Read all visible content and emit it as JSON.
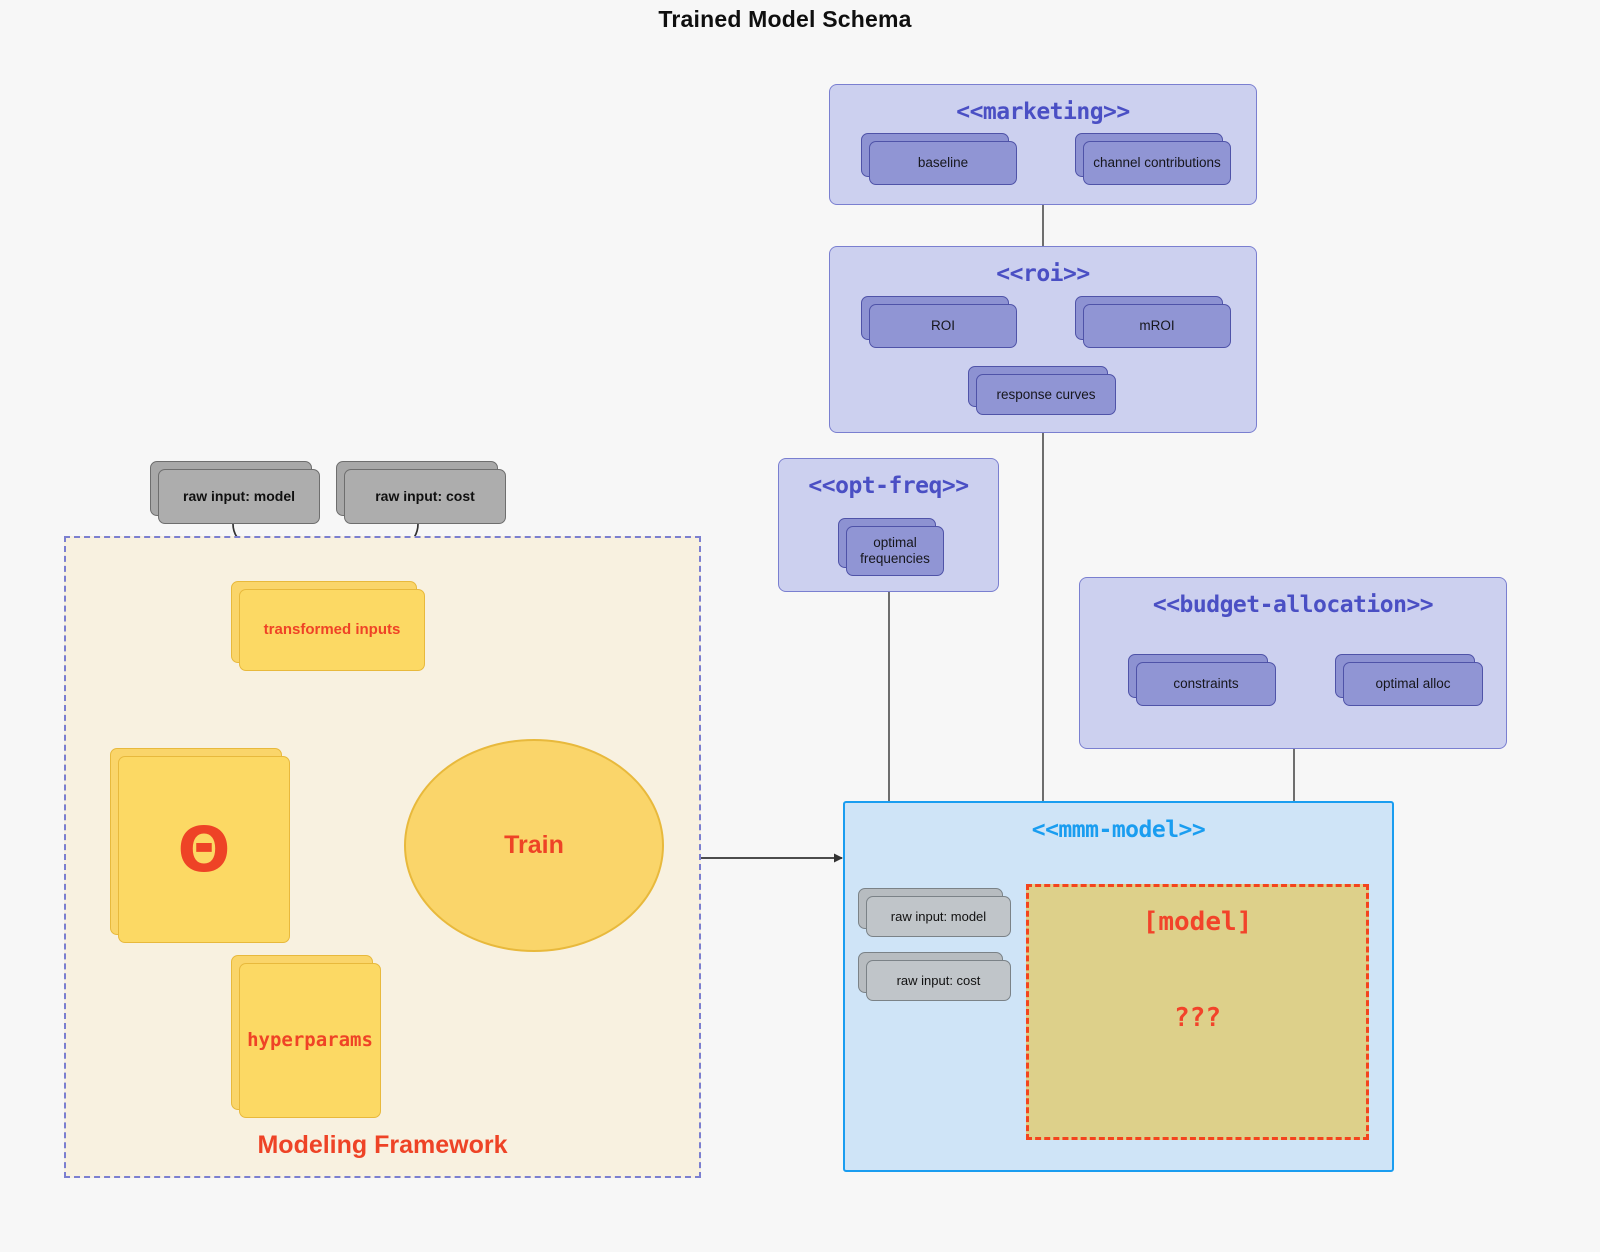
{
  "title": "Trained Model Schema",
  "clusters": {
    "marketing": {
      "title": "<<marketing>>",
      "nodes": [
        {
          "label": "baseline"
        },
        {
          "label": "channel contributions"
        }
      ]
    },
    "roi": {
      "title": "<<roi>>",
      "nodes": [
        {
          "label": "ROI"
        },
        {
          "label": "mROI"
        },
        {
          "label": "response curves"
        }
      ]
    },
    "opt_freq": {
      "title": "<<opt-freq>>",
      "nodes": [
        {
          "label": "optimal\nfrequencies",
          "line1": "optimal",
          "line2": "frequencies"
        }
      ]
    },
    "budget_allocation": {
      "title": "<<budget-allocation>>",
      "nodes": [
        {
          "label": "constraints"
        },
        {
          "label": "optimal alloc"
        }
      ]
    },
    "mmm_model": {
      "title": "<<mmm-model>>",
      "nodes": [
        {
          "label": "raw input: model"
        },
        {
          "label": "raw input: cost"
        }
      ],
      "model_box": {
        "label": "[model]",
        "unknown": "???"
      }
    }
  },
  "framework": {
    "label": "Modeling Framework",
    "inputs": [
      {
        "label": "raw input: model"
      },
      {
        "label": "raw input: cost"
      }
    ],
    "transformed": {
      "label": "transformed inputs"
    },
    "theta": {
      "label": "Θ"
    },
    "hyperparams": {
      "label": "hyperparams"
    },
    "train": {
      "label": "Train"
    }
  },
  "colors": {
    "background": "#f7f7f7",
    "cluster_fill": "#ccd0ef",
    "cluster_border": "#7a7fd0",
    "cluster_title": "#4a4fc4",
    "node_purple_fill": "#9095d4",
    "node_purple_border": "#4f53a8",
    "node_grey_fill": "#adadad",
    "node_grey_border": "#6e6e6e",
    "yellow_fill": "#fcd964",
    "yellow_border": "#e8b93c",
    "accent_red": "#ee4326",
    "mmm_fill": "#cfe4f7",
    "mmm_border": "#1a9df0",
    "model_box_fill": "#ddd08a",
    "model_box_border": "#f4441d",
    "framework_fill": "#f8f1e0",
    "framework_border": "#7b7fd0",
    "connector": "#555555"
  }
}
